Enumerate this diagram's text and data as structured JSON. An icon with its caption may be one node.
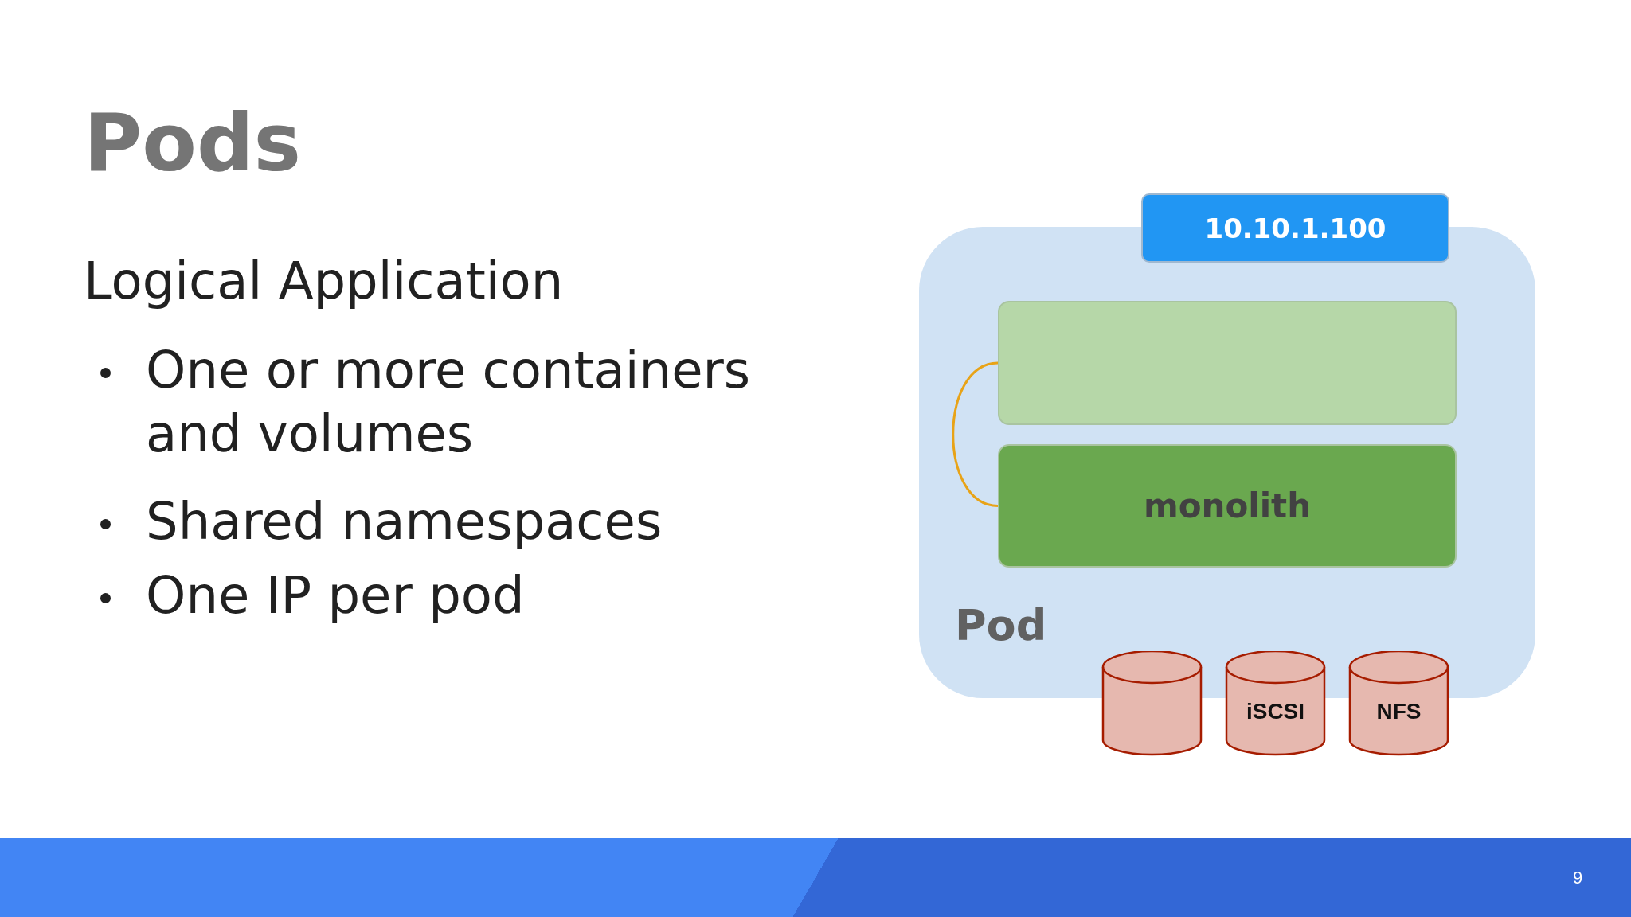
{
  "diagram": {
    "title": "Pods",
    "nodes": [
      {
        "text": [
          "Pod"
        ]
      },
      {
        "text": [
          "10.10.1.100"
        ]
      },
      {
        "text": [],
        "shape": "box",
        "in": 0
      },
      {
        "text": [
          "monolith"
        ],
        "in": 0
      },
      {
        "text": [],
        "shape": "cylinder"
      },
      {
        "text": [
          "iSCSI"
        ]
      },
      {
        "text": [
          "NFS"
        ]
      }
    ],
    "edges": [
      {
        "from": 2,
        "to": 3,
        "arrow": "none",
        "color": "#e8a317"
      }
    ],
    "labels": [
      "Logical Application",
      "One or more containers and volumes",
      "Shared namespaces",
      "One IP per pod",
      "9"
    ]
  }
}
